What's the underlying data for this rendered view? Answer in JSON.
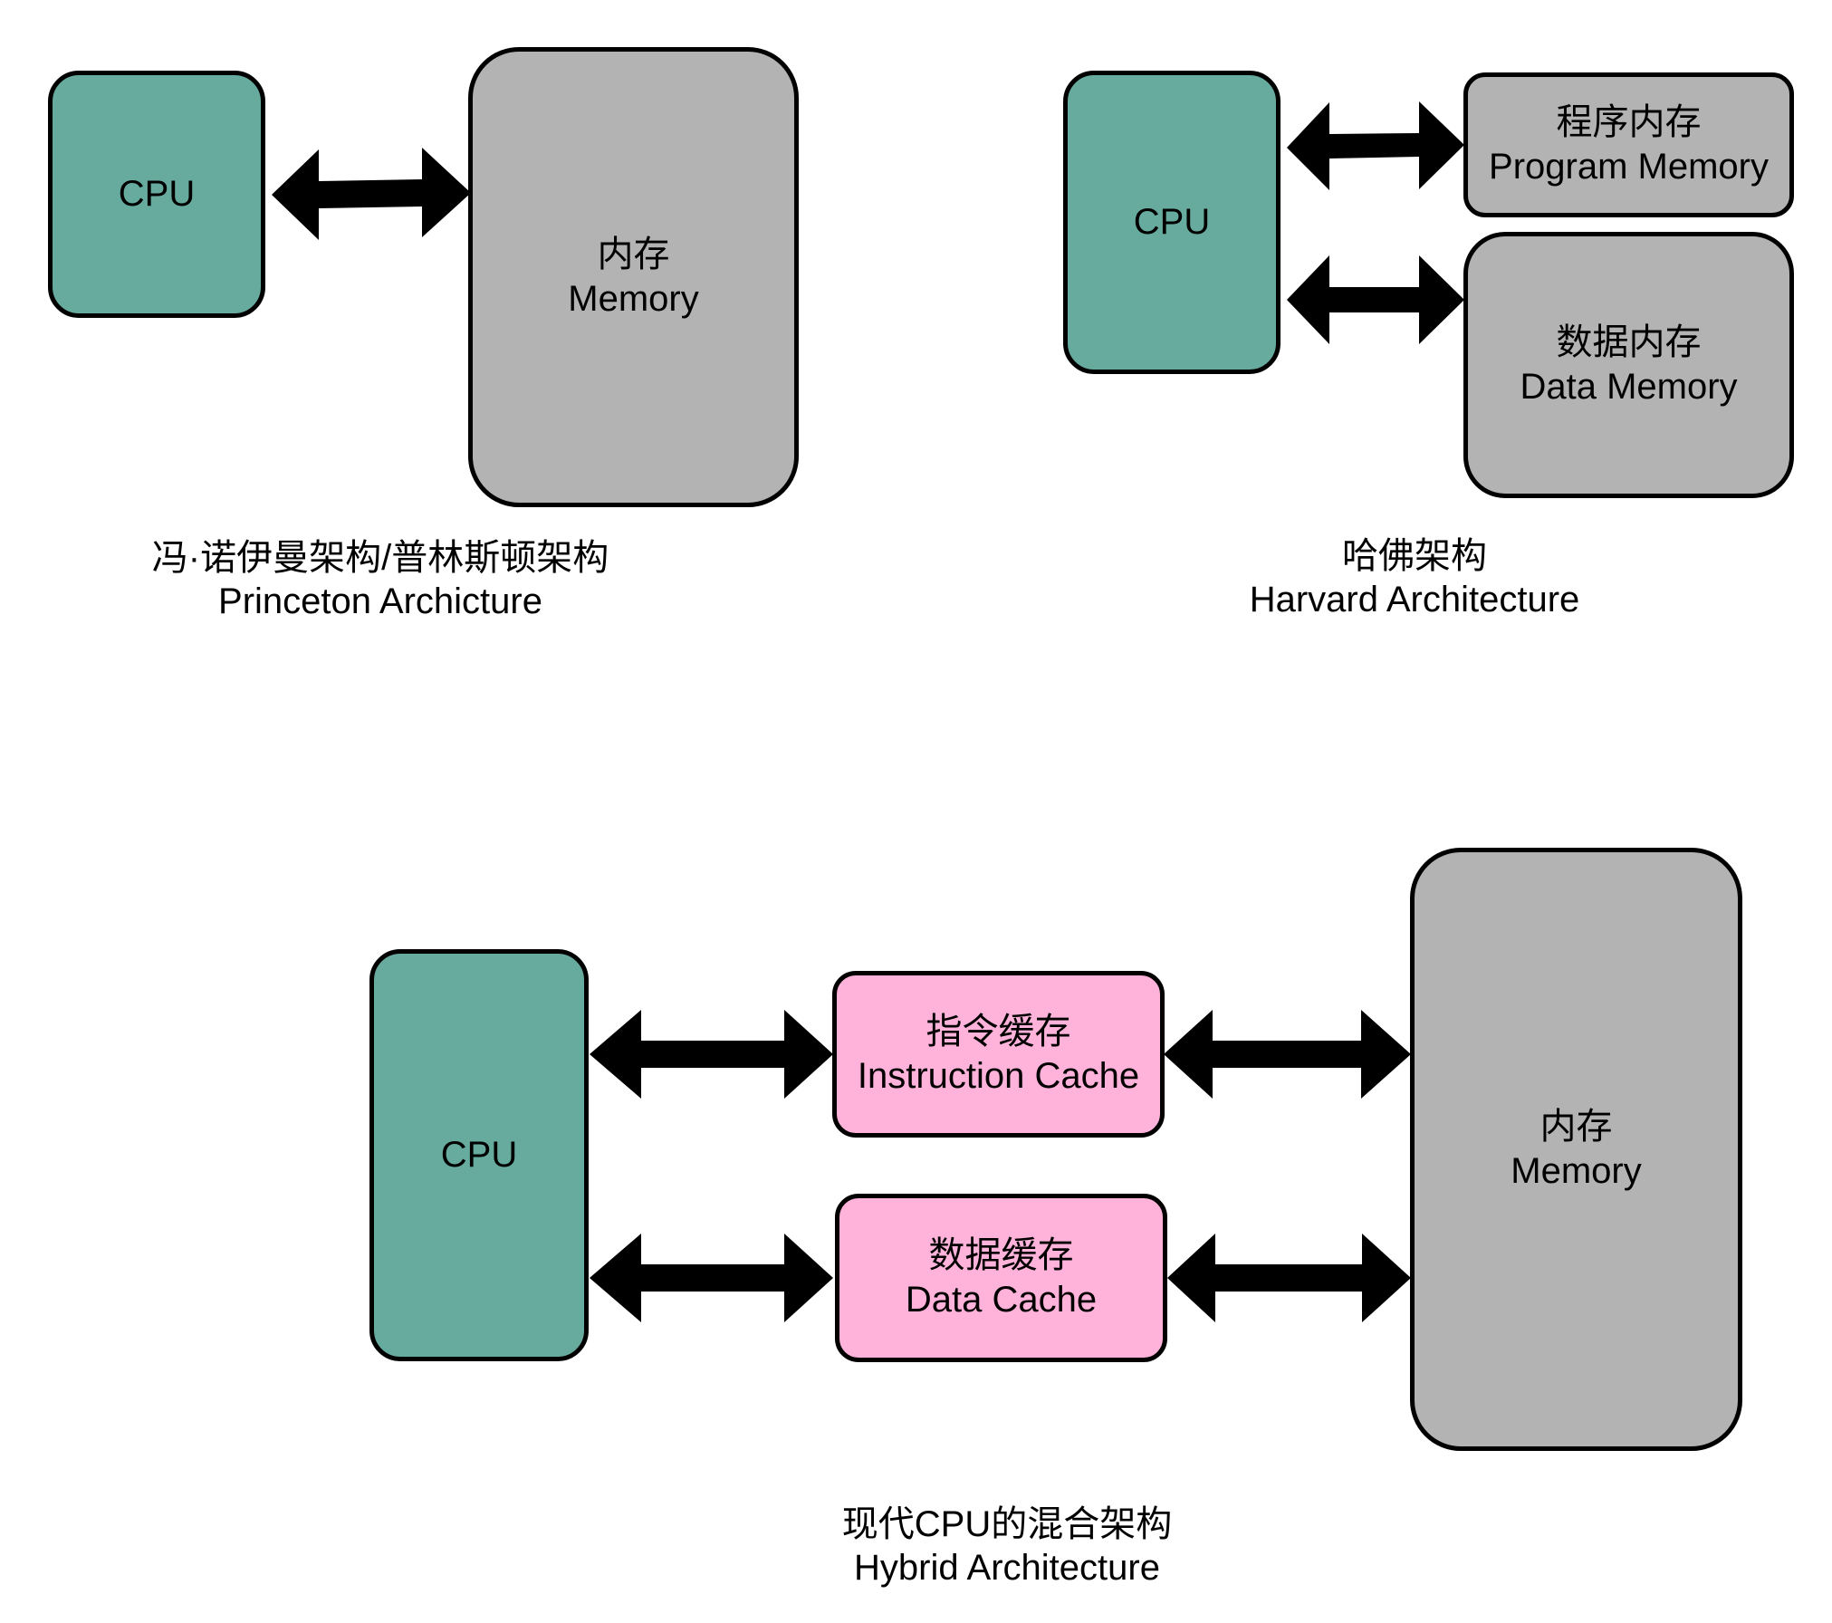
{
  "colors": {
    "cpu": "#67ab9f",
    "memory": "#b3b3b3",
    "cache": "#ffb3da",
    "border": "#000000",
    "arrow": "#000000"
  },
  "princeton": {
    "cpu": "CPU",
    "memory": {
      "zh": "内存",
      "en": "Memory"
    },
    "caption": {
      "zh": "冯·诺伊曼架构/普林斯顿架构",
      "en": "Princeton Archicture"
    }
  },
  "harvard": {
    "cpu": "CPU",
    "program_memory": {
      "zh": "程序内存",
      "en": "Program Memory"
    },
    "data_memory": {
      "zh": "数据内存",
      "en": "Data Memory"
    },
    "caption": {
      "zh": "哈佛架构",
      "en": "Harvard Architecture"
    }
  },
  "hybrid": {
    "cpu": "CPU",
    "instruction_cache": {
      "zh": "指令缓存",
      "en": "Instruction Cache"
    },
    "data_cache": {
      "zh": "数据缓存",
      "en": "Data Cache"
    },
    "memory": {
      "zh": "内存",
      "en": "Memory"
    },
    "caption": {
      "zh": "现代CPU的混合架构",
      "en": "Hybrid Architecture"
    }
  }
}
